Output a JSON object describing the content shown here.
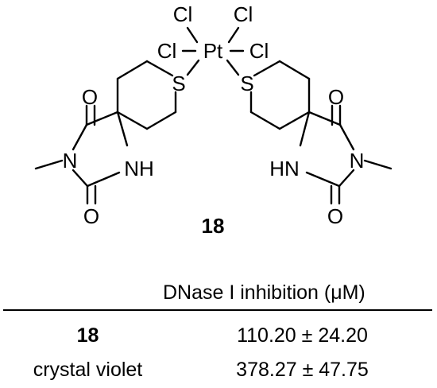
{
  "molecule": {
    "compound_label": "18",
    "atoms": {
      "cl_top_left": "Cl",
      "cl_top_right": "Cl",
      "cl_left": "Cl",
      "cl_right": "Cl",
      "pt": "Pt",
      "s_left": "S",
      "s_right": "S",
      "o_left_top": "O",
      "o_left_bottom": "O",
      "n_left": "N",
      "nh_left": "NH",
      "o_right_top": "O",
      "o_right_bottom": "O",
      "n_right": "N",
      "hn_right": "HN"
    }
  },
  "table": {
    "header": "DNase I inhibition (μM)",
    "rows": [
      {
        "compound": "18",
        "value": "110.20 ± 24.20"
      },
      {
        "compound": "crystal violet",
        "value": "378.27 ± 47.75"
      }
    ]
  }
}
